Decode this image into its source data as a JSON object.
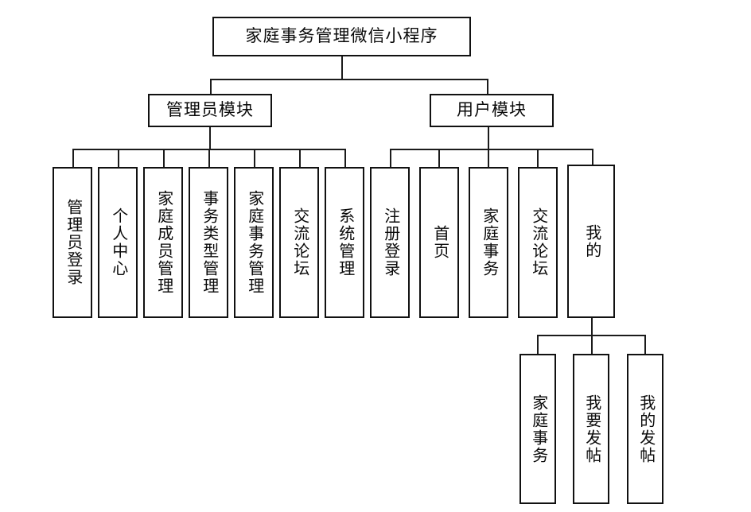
{
  "diagram": {
    "type": "tree",
    "orientation": "top-down",
    "root": {
      "label": "家庭事务管理微信小程序"
    },
    "modules": [
      {
        "label": "管理员模块"
      },
      {
        "label": "用户模块"
      }
    ],
    "admin_features": [
      {
        "label": "管理员登录"
      },
      {
        "label": "个人中心"
      },
      {
        "label": "家庭成员管理"
      },
      {
        "label": "事务类型管理"
      },
      {
        "label": "家庭事务管理"
      },
      {
        "label": "交流论坛"
      },
      {
        "label": "系统管理"
      }
    ],
    "user_features": [
      {
        "label": "注册登录"
      },
      {
        "label": "首页"
      },
      {
        "label": "家庭事务"
      },
      {
        "label": "交流论坛"
      },
      {
        "label": "我的"
      }
    ],
    "mine_subfeatures": [
      {
        "label": "家庭事务"
      },
      {
        "label": "我要发帖"
      },
      {
        "label": "我的发帖"
      }
    ],
    "colors": {
      "box_border": "#111111",
      "box_fill": "#ffffff",
      "connector": "#1b1b1b",
      "text": "#0a0a0a",
      "canvas": "#ffffff"
    }
  }
}
